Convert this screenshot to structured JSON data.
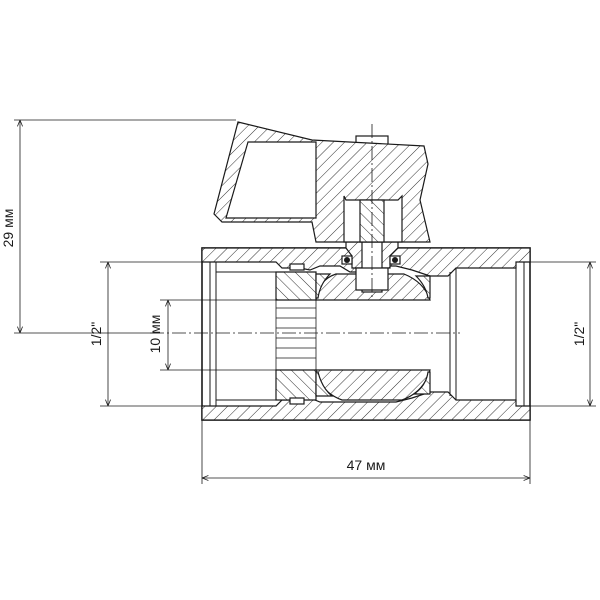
{
  "dimensions": {
    "height_29": "29 мм",
    "thread_left": "1/2\"",
    "bore_10": "10 мм",
    "thread_right": "1/2\"",
    "length_47": "47 мм"
  },
  "colors": {
    "line": "#1a1a1a",
    "background": "#ffffff"
  }
}
